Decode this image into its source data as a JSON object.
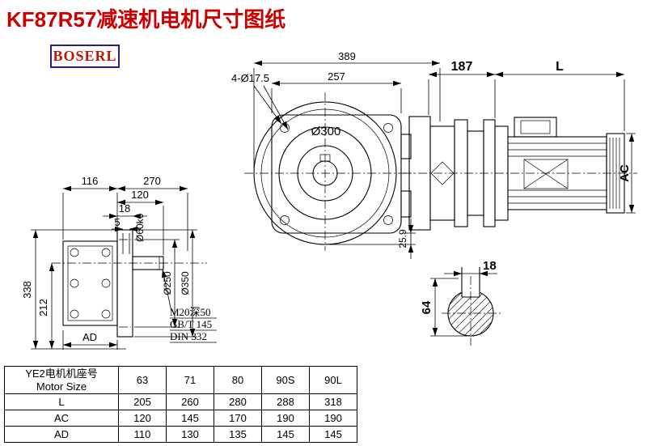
{
  "page": {
    "title": "KF87R57减速机电机尺寸图纸",
    "logo": "BOSERL"
  },
  "front_view": {
    "dim_389": "389",
    "dim_257": "257",
    "holes_label": "4-Ø17.5",
    "dia_300": "Ø300",
    "dim_25_9": "25.9"
  },
  "side_view": {
    "dim_187": "187",
    "dim_L": "L",
    "dim_AC": "AC"
  },
  "left_view": {
    "dim_116": "116",
    "dim_270": "270",
    "dim_120": "120",
    "dim_18": "18",
    "dim_5": "5",
    "dim_338": "338",
    "dim_212": "212",
    "dim_AD": "AD",
    "shaft_dia": "Ø60k6",
    "dia_250": "Ø250",
    "dia_350": "Ø350",
    "thread_note_1": "M20深50",
    "thread_note_2": "GB/T 145",
    "thread_note_3": "DIN 332"
  },
  "shaft_section": {
    "key_width": "18",
    "dim_64": "64"
  },
  "table": {
    "header_cn": "YE2电机机座号",
    "header_en": "Motor Size",
    "sizes": [
      "63",
      "71",
      "80",
      "90S",
      "90L"
    ],
    "rows": [
      {
        "label": "L",
        "values": [
          "205",
          "260",
          "280",
          "288",
          "318"
        ]
      },
      {
        "label": "AC",
        "values": [
          "120",
          "145",
          "170",
          "190",
          "190"
        ]
      },
      {
        "label": "AD",
        "values": [
          "110",
          "130",
          "135",
          "145",
          "145"
        ]
      }
    ]
  }
}
